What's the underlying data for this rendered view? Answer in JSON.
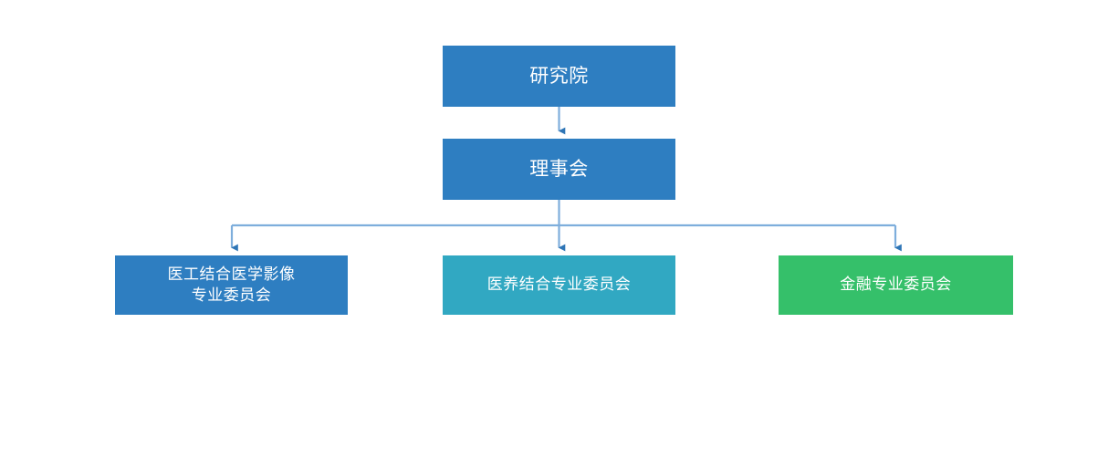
{
  "diagram": {
    "type": "organizational-chart",
    "background_color": "#ffffff",
    "connector_color": "#7EAEDC",
    "arrowhead_color": "#2E75B6"
  },
  "nodes": {
    "institute": {
      "label": "研究院",
      "color": "#2E7EC1",
      "text_color": "#ffffff",
      "level": 1
    },
    "board": {
      "label": "理事会",
      "color": "#2E7EC1",
      "text_color": "#ffffff",
      "level": 2
    },
    "committee_imaging": {
      "label": "医工结合医学影像\n专业委员会",
      "color": "#2E7EC1",
      "text_color": "#ffffff",
      "level": 3
    },
    "committee_eldercare": {
      "label": "医养结合专业委员会",
      "color": "#31A8C2",
      "text_color": "#ffffff",
      "level": 3
    },
    "committee_finance": {
      "label": "金融专业委员会",
      "color": "#35C06A",
      "text_color": "#ffffff",
      "level": 3
    }
  },
  "edges": [
    {
      "from": "institute",
      "to": "board"
    },
    {
      "from": "board",
      "to": "committee_imaging"
    },
    {
      "from": "board",
      "to": "committee_eldercare"
    },
    {
      "from": "board",
      "to": "committee_finance"
    }
  ]
}
